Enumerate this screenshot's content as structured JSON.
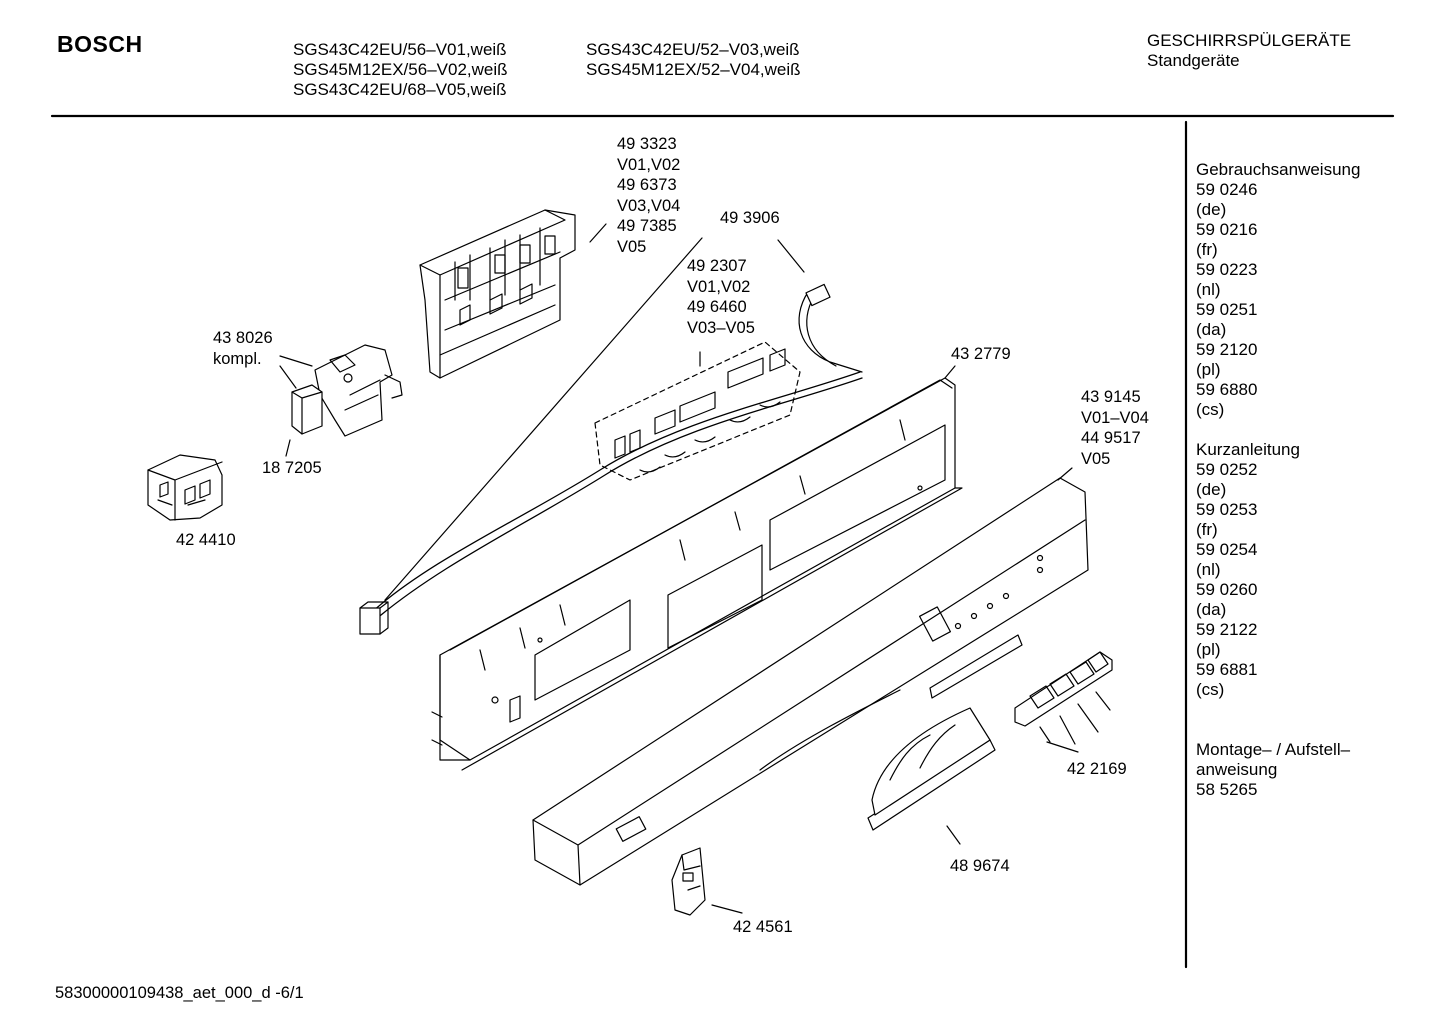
{
  "header": {
    "brand": "BOSCH",
    "models_col1": [
      "SGS43C42EU/56–V01,weiß",
      "SGS45M12EX/56–V02,weiß",
      "SGS43C42EU/68–V05,weiß"
    ],
    "models_col2": [
      "SGS43C42EU/52–V03,weiß",
      "SGS45M12EX/52–V04,weiß"
    ],
    "category": "GESCHIRRSPÜLGERÄTE",
    "subcategory": "Standgeräte"
  },
  "parts": {
    "p493323": [
      "49 3323",
      "V01,V02",
      "49 6373",
      "V03,V04",
      "49 7385",
      "V05"
    ],
    "p493906": "49 3906",
    "p492307": [
      "49 2307",
      "V01,V02",
      "49 6460",
      "V03–V05"
    ],
    "p438026": [
      "43 8026",
      "kompl."
    ],
    "p187205": "18 7205",
    "p424410": "42 4410",
    "p432779": "43 2779",
    "p439145": [
      "43 9145",
      "V01–V04",
      "44 9517",
      "V05"
    ],
    "p422169": "42 2169",
    "p489674": "48 9674",
    "p424561": "42 4561"
  },
  "docs": {
    "gebrauchsanweisung": {
      "title": "Gebrauchsanweisung",
      "items": [
        "59 0246",
        "(de)",
        "59 0216",
        "(fr)",
        "59 0223",
        "(nl)",
        "59 0251",
        "(da)",
        "59 2120",
        "(pl)",
        "59 6880",
        "(cs)"
      ]
    },
    "kurzanleitung": {
      "title": "Kurzanleitung",
      "items": [
        "59 0252",
        "(de)",
        "59 0253",
        "(fr)",
        "59 0254",
        "(nl)",
        "59 0260",
        "(da)",
        "59 2122",
        "(pl)",
        "59 6881",
        "(cs)"
      ]
    },
    "montage": {
      "title": [
        "Montage– / Aufstell–",
        "anweisung"
      ],
      "items": [
        "58 5265"
      ]
    }
  },
  "footer": {
    "code": "58300000109438_aet_000_d  -6/1"
  }
}
